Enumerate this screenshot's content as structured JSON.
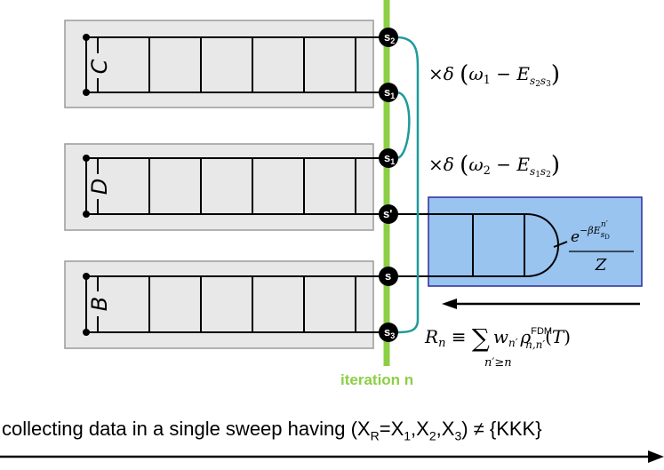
{
  "blocks": [
    {
      "label": "C"
    },
    {
      "label": "D"
    },
    {
      "label": "B"
    }
  ],
  "sites": [
    {
      "main": "s",
      "sub": "2"
    },
    {
      "main": "s",
      "sub": "1"
    },
    {
      "main": "s",
      "sub": "1"
    },
    {
      "main": "s'",
      "sub": ""
    },
    {
      "main": "s",
      "sub": ""
    },
    {
      "main": "s",
      "sub": "3"
    }
  ],
  "equations": {
    "delta1": "×δ (ω₁ − E_{s₂s₃})",
    "delta2": "×δ (ω₂ − E_{s₁s₂})",
    "boltzmann_num": "e^{−βE_{s_D}^{n′}}",
    "boltzmann_den": "Z",
    "reduced_density": "R_n ≡ Σ_{n′≥n} w_{n′} ρ^{FDM}_{n,n′}(T)"
  },
  "iteration_label": "iteration n",
  "caption": {
    "prefix": "collecting data in a single sweep having (X",
    "sub_r": "R",
    "mid1": "=X",
    "sub_1": "1",
    "mid2": ",X",
    "sub_2": "2",
    "mid3": ",X",
    "sub_3": "3",
    "suffix": ") ≠ {KKK}"
  },
  "colors": {
    "iteration_line": "#8ccf45",
    "connector": "#1f9a9a",
    "block_fill": "#e8e8e8",
    "block_border": "#9a9a9a",
    "density_box": "#99c4f0",
    "density_border": "#2b2b9a"
  }
}
